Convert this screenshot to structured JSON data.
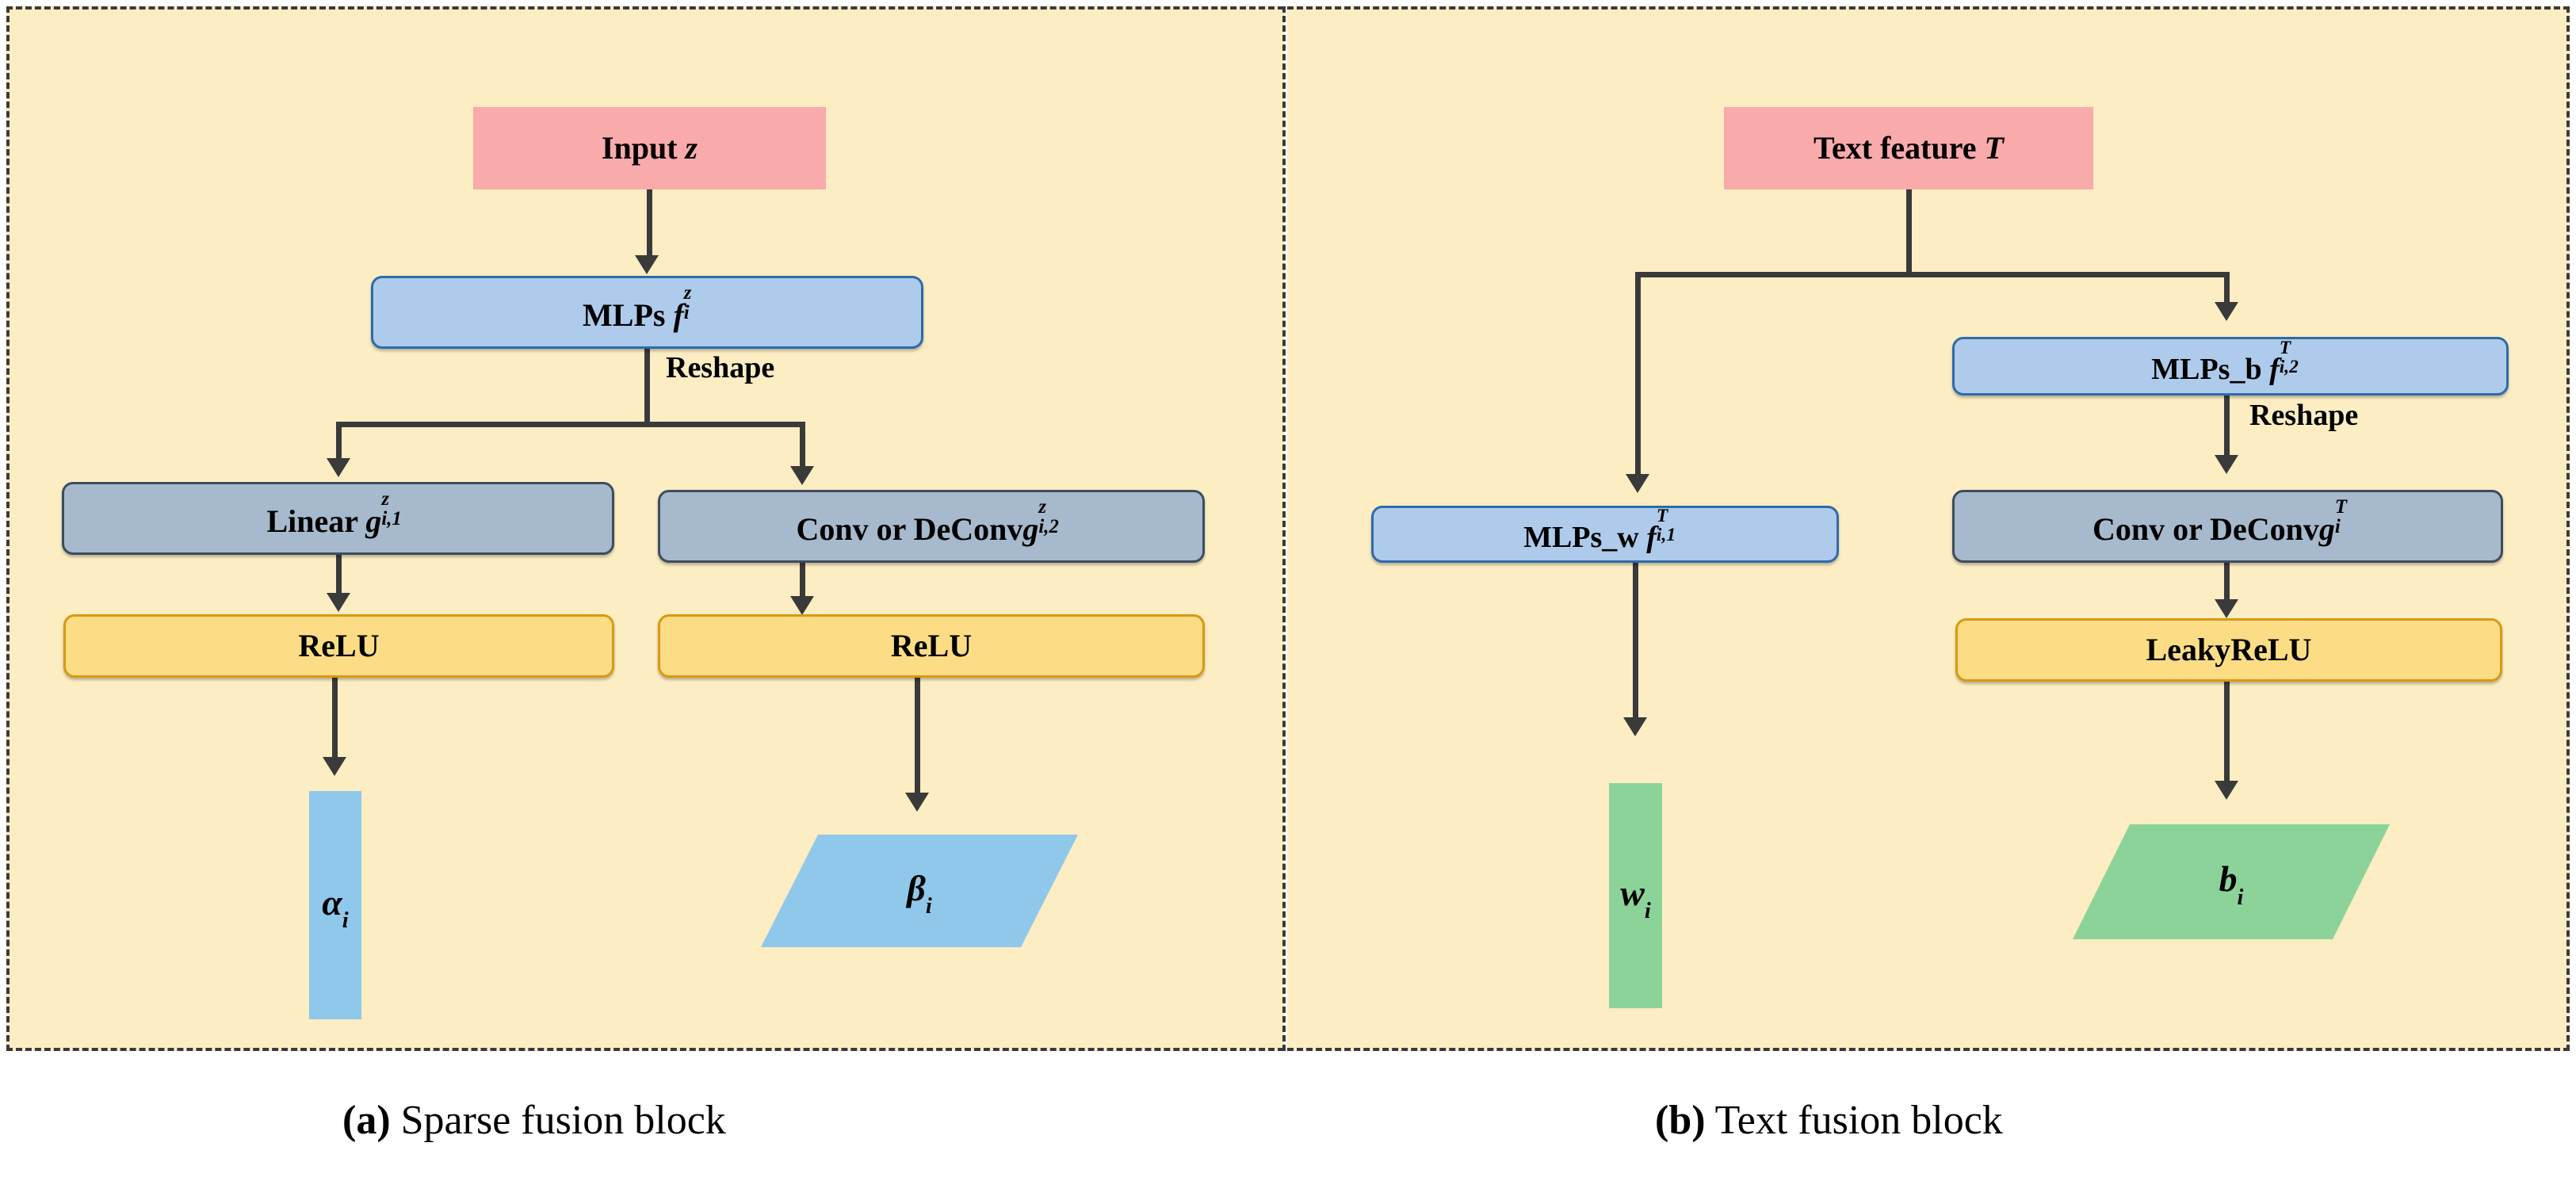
{
  "figure": {
    "background": "#fcedc3",
    "border_color": "#3a3a3a",
    "panels": [
      {
        "id": "a",
        "caption_marker": "(a)",
        "caption_text": " Sparse fusion block",
        "nodes": {
          "input": {
            "label": "Input ",
            "math": "z",
            "color": "#f9aaab",
            "type": "input"
          },
          "mlps": {
            "label": "MLPs ",
            "math_base": "f",
            "math_sup": "z",
            "math_sub": "i",
            "color": "#aecbeb",
            "type": "mlp"
          },
          "reshape_label": "Reshape",
          "linear": {
            "label": "Linear  ",
            "math_base": "g",
            "math_sup": "z",
            "math_sub": "i,1",
            "color": "#a7b9cc",
            "type": "op"
          },
          "conv": {
            "label": "Conv or DeConv",
            "math_base": "g",
            "math_sup": "z",
            "math_sub": "i,2",
            "color": "#a7b9cc",
            "type": "op"
          },
          "act_left": {
            "label": "ReLU",
            "color": "#fcdd86",
            "type": "activation"
          },
          "act_right": {
            "label": "ReLU",
            "color": "#fcdd86",
            "type": "activation"
          },
          "out_left": {
            "math": "α",
            "sub": "i",
            "color": "#8fc8ea",
            "shape": "bar"
          },
          "out_right": {
            "math": "β",
            "sub": "i",
            "color": "#8fc8ea",
            "shape": "parallelogram"
          }
        }
      },
      {
        "id": "b",
        "caption_marker": "(b)",
        "caption_text": " Text fusion block",
        "nodes": {
          "input": {
            "label": "Text feature ",
            "math": "T",
            "color": "#f9aaab",
            "type": "input"
          },
          "mlps_w": {
            "label": "MLPs_w  ",
            "math_base": "f",
            "math_sup": "T",
            "math_sub": "i,1",
            "color": "#aecbeb",
            "type": "mlp"
          },
          "mlps_b": {
            "label": "MLPs_b ",
            "math_base": "f",
            "math_sup": "T",
            "math_sub": "i,2",
            "color": "#aecbeb",
            "type": "mlp"
          },
          "reshape_label": "Reshape",
          "conv": {
            "label": "Conv or DeConv",
            "math_base": "g",
            "math_sup": "T",
            "math_sub": "i",
            "color": "#a7b9cc",
            "type": "op"
          },
          "act_right": {
            "label": "LeakyReLU",
            "color": "#fcdd86",
            "type": "activation"
          },
          "out_left": {
            "math": "w",
            "sub": "i",
            "color": "#8cd39a",
            "shape": "bar"
          },
          "out_right": {
            "math": "b",
            "sub": "i",
            "color": "#8cd39a",
            "shape": "parallelogram"
          }
        }
      }
    ]
  }
}
